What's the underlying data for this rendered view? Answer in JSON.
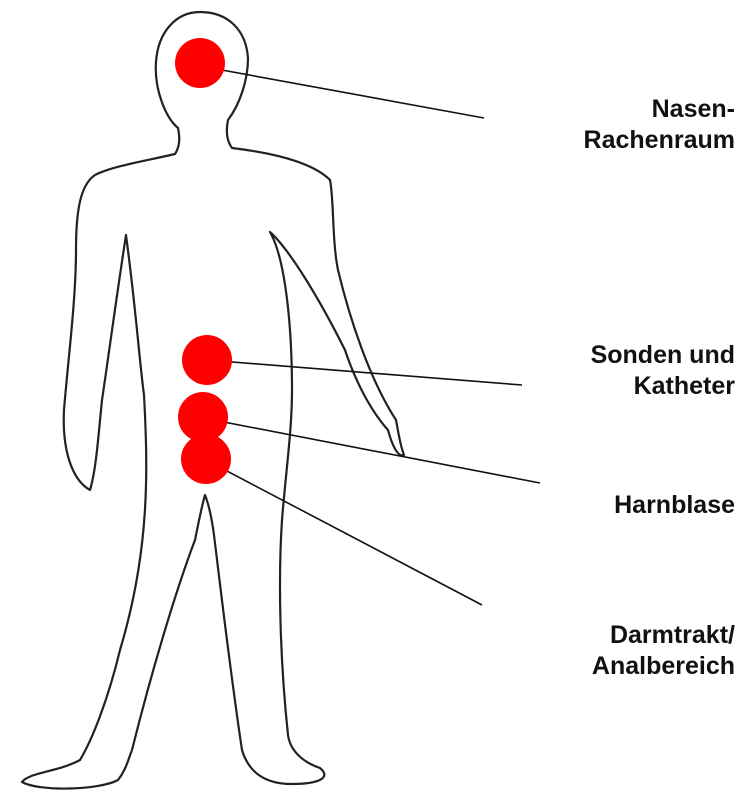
{
  "colors": {
    "marker": "#ff0000",
    "outline": "#222222",
    "background": "#ffffff"
  },
  "labels": {
    "nasen_rachenraum": [
      "Nasen-",
      "Rachenraum"
    ],
    "sonden_katheter": [
      "Sonden und",
      "Katheter"
    ],
    "harnblase": [
      "Harnblase"
    ],
    "darmtrakt": [
      "Darmtrakt/",
      "Analbereich"
    ]
  }
}
